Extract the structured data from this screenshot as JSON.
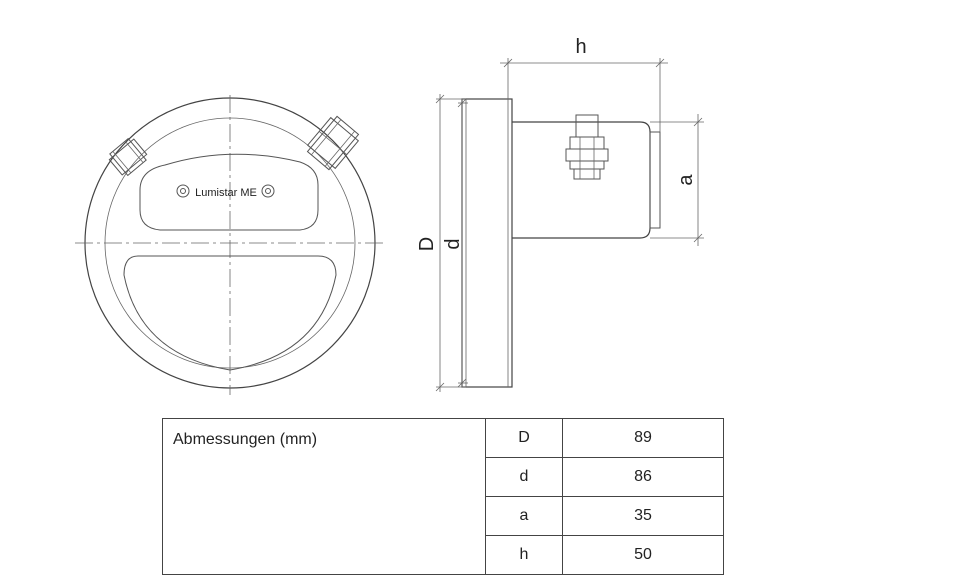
{
  "drawing": {
    "front_view": {
      "logo_text": "Lumistar ME"
    },
    "dimension_labels": {
      "h": "h",
      "a": "a",
      "D": "D",
      "d": "d"
    }
  },
  "table": {
    "label": "Abmessungen (mm)",
    "rows": [
      {
        "symbol": "D",
        "value": "89"
      },
      {
        "symbol": "d",
        "value": "86"
      },
      {
        "symbol": "a",
        "value": "35"
      },
      {
        "symbol": "h",
        "value": "50"
      }
    ]
  }
}
